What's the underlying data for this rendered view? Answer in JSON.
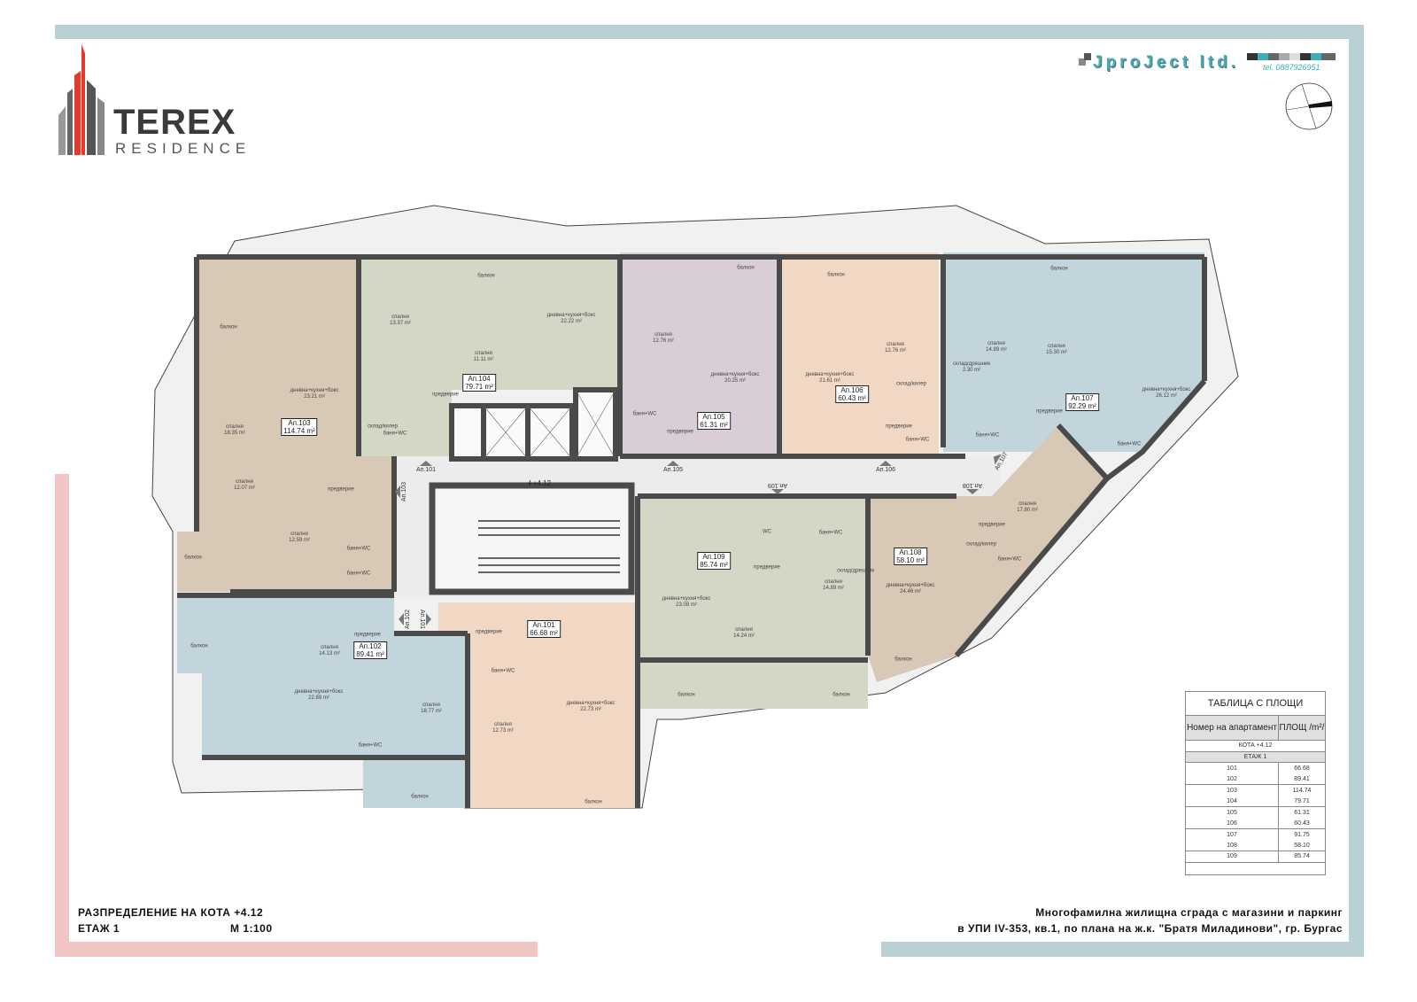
{
  "colors": {
    "teal_band": "#b9d0d5",
    "pink_band": "#f2c5c5",
    "apt_tan": "#d8c8b6",
    "apt_sage": "#d3d7c6",
    "apt_mauve": "#d9cdd7",
    "apt_peach": "#f1d8c4",
    "apt_blue": "#c3d5dc",
    "core": "#ececec",
    "wall": "#4a4a4a"
  },
  "logo": {
    "name": "TEREX",
    "sub": "RESIDENCE"
  },
  "firm": {
    "name": "JproJect ltd.",
    "tel": "tel. 0887926951"
  },
  "compass": {
    "icon": "north-arrow-icon"
  },
  "elevation_mark": "+4.12",
  "apartments": [
    {
      "label": "Ап.101",
      "area": "66.68 m²"
    },
    {
      "label": "Ап.102",
      "area": "89.41 m²"
    },
    {
      "label": "Ап.103",
      "area": "114.74 m²"
    },
    {
      "label": "Ап.104",
      "area": "79.71 m²"
    },
    {
      "label": "Ап.105",
      "area": "61.31 m²"
    },
    {
      "label": "Ап.106",
      "area": "60.43 m²"
    },
    {
      "label": "Ап.107",
      "area": "92.29 m²"
    },
    {
      "label": "Ап.108",
      "area": "58.10 m²"
    },
    {
      "label": "Ап.109",
      "area": "85.74 m²"
    }
  ],
  "entrances": [
    "Ап.101",
    "Ап.105",
    "Ап.106",
    "Ап.109",
    "Ап.108",
    "Ап.107",
    "Ап.103",
    "Ап.102",
    "Ап.101"
  ],
  "rooms": [
    {
      "name": "балкон",
      "area": ""
    },
    {
      "name": "спалня",
      "area": "18.35 m²"
    },
    {
      "name": "дневна+кухня+бокс",
      "area": "23.21 m²"
    },
    {
      "name": "спалня",
      "area": "12.07 m²"
    },
    {
      "name": "предверие",
      "area": ""
    },
    {
      "name": "спалня",
      "area": "12.59 m²"
    },
    {
      "name": "баня+WC",
      "area": ""
    },
    {
      "name": "баня+WC",
      "area": ""
    },
    {
      "name": "балкон",
      "area": ""
    },
    {
      "name": "склад/килер",
      "area": ""
    },
    {
      "name": "спалня",
      "area": "13.37 m²"
    },
    {
      "name": "спалня",
      "area": "11.11 m²"
    },
    {
      "name": "дневна+кухня+бокс",
      "area": "22.22 m²"
    },
    {
      "name": "балкон",
      "area": ""
    },
    {
      "name": "предверие",
      "area": ""
    },
    {
      "name": "баня+WC",
      "area": ""
    },
    {
      "name": "балкон",
      "area": ""
    },
    {
      "name": "спалня",
      "area": "12.76 m²"
    },
    {
      "name": "дневна+кухня+бокс",
      "area": "20.25 m²"
    },
    {
      "name": "баня+WC",
      "area": ""
    },
    {
      "name": "предверие",
      "area": ""
    },
    {
      "name": "балкон",
      "area": ""
    },
    {
      "name": "дневна+кухня+бокс",
      "area": "21.61 m²"
    },
    {
      "name": "спалня",
      "area": "12.76 m²"
    },
    {
      "name": "склад/килер",
      "area": ""
    },
    {
      "name": "предверие",
      "area": ""
    },
    {
      "name": "баня+WC",
      "area": ""
    },
    {
      "name": "балкон",
      "area": ""
    },
    {
      "name": "спалня",
      "area": "14.89 m²"
    },
    {
      "name": "спалня",
      "area": "15.30 m²"
    },
    {
      "name": "склад/дрешник",
      "area": "2.30 m²"
    },
    {
      "name": "дневна+кухня+бокс",
      "area": "26.12 m²"
    },
    {
      "name": "предверие",
      "area": ""
    },
    {
      "name": "баня+WC",
      "area": ""
    },
    {
      "name": "баня+WC",
      "area": ""
    },
    {
      "name": "спалня",
      "area": "17.80 m²"
    },
    {
      "name": "предверие",
      "area": ""
    },
    {
      "name": "склад/килер",
      "area": ""
    },
    {
      "name": "баня+WC",
      "area": ""
    },
    {
      "name": "дневна+кухня+бокс",
      "area": "24.46 m²"
    },
    {
      "name": "балкон",
      "area": ""
    },
    {
      "name": "WC",
      "area": ""
    },
    {
      "name": "баня+WC",
      "area": ""
    },
    {
      "name": "предверие",
      "area": ""
    },
    {
      "name": "склад/дрешник",
      "area": ""
    },
    {
      "name": "спалня",
      "area": "14.89 m²"
    },
    {
      "name": "дневна+кухня+бокс",
      "area": "23.08 m²"
    },
    {
      "name": "спалня",
      "area": "14.24 m²"
    },
    {
      "name": "балкон",
      "area": ""
    },
    {
      "name": "балкон",
      "area": ""
    },
    {
      "name": "балкон",
      "area": ""
    },
    {
      "name": "спалня",
      "area": "14.13 m²"
    },
    {
      "name": "предверие",
      "area": ""
    },
    {
      "name": "дневна+кухня+бокс",
      "area": "22.89 m²"
    },
    {
      "name": "спалня",
      "area": "18.77 m²"
    },
    {
      "name": "баня+WC",
      "area": ""
    },
    {
      "name": "балкон",
      "area": ""
    },
    {
      "name": "предверие",
      "area": ""
    },
    {
      "name": "баня+WC",
      "area": ""
    },
    {
      "name": "спалня",
      "area": "12.73 m²"
    },
    {
      "name": "дневна+кухня+бокс",
      "area": "22.73 m²"
    },
    {
      "name": "балкон",
      "area": ""
    }
  ],
  "area_table": {
    "title": "ТАБЛИЦА С ПЛОЩИ",
    "col1": "Номер на апартамент",
    "col2": "ПЛОЩ /m²/",
    "level": "КОТА +4.12",
    "floor": "ЕТАЖ 1",
    "rows": [
      [
        "101",
        "66.68"
      ],
      [
        "102",
        "89.41"
      ],
      [
        "103",
        "114.74"
      ],
      [
        "104",
        "79.71"
      ],
      [
        "105",
        "61.31"
      ],
      [
        "106",
        "60.43"
      ],
      [
        "107",
        "91.75"
      ],
      [
        "108",
        "58.10"
      ],
      [
        "109",
        "85.74"
      ]
    ]
  },
  "footer": {
    "left_line1": "РАЗПРЕДЕЛЕНИЕ НА КОТА +4.12",
    "left_line2": "ЕТАЖ 1",
    "scale": "М 1:100",
    "right_line1": "Многофамилна жилищна сграда с магазини и паркинг",
    "right_line2": "в УПИ IV-353, кв.1, по плана на ж.к. \"Братя Миладинови\", гр. Бургас"
  }
}
